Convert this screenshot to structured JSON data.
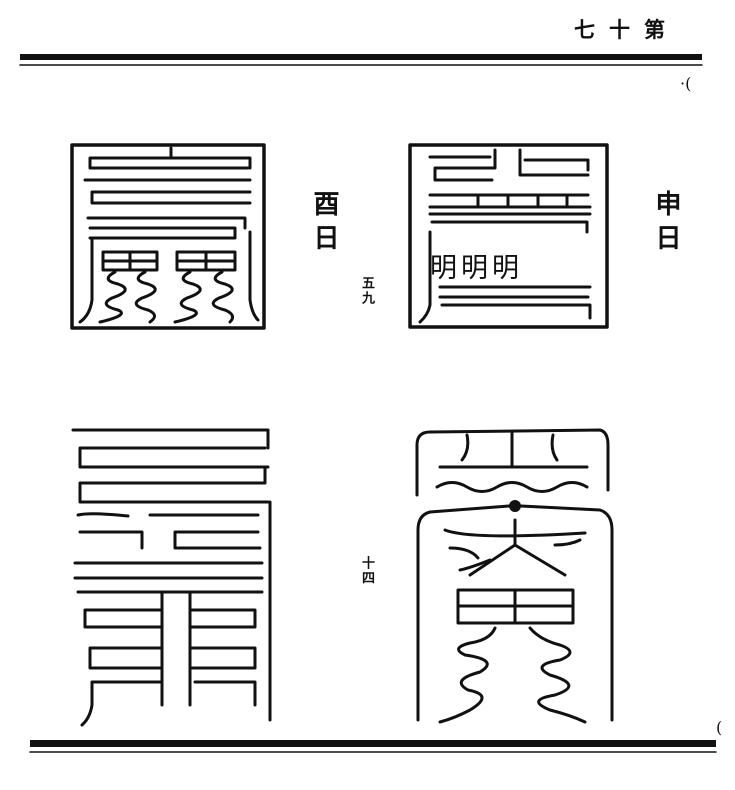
{
  "header": {
    "page_label": "七十第"
  },
  "margin_marks": {
    "top_right": "·(",
    "bottom_right": "("
  },
  "talismans": [
    {
      "label": "酉日",
      "note": "五九"
    },
    {
      "label": "申日",
      "inner_text": "明明明"
    },
    {
      "note": "十四"
    },
    {}
  ]
}
